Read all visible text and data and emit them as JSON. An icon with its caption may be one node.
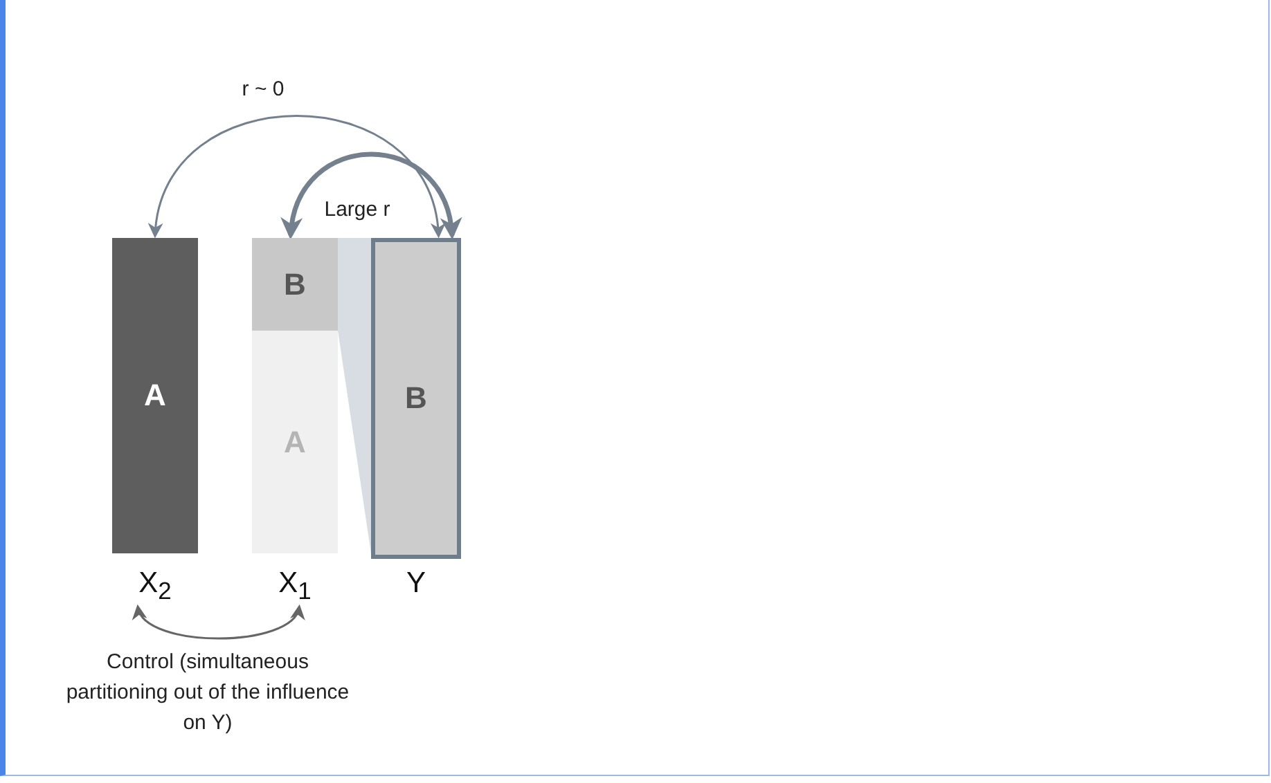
{
  "diagram": {
    "nodes": [
      {
        "text": [
          "A"
        ],
        "beside": [
          "X$_{2}$"
        ]
      },
      {
        "text": [],
        "shape": "bar",
        "beside": [
          "X$_{1}$"
        ]
      },
      {
        "text": [
          "B"
        ],
        "in": 1
      },
      {
        "text": [
          "A"
        ],
        "in": 1
      },
      {
        "text": [
          "B"
        ],
        "beside": [
          "Y"
        ]
      },
      {
        "text": [],
        "shape": "band"
      }
    ],
    "edges": [
      {
        "from": 0,
        "to": 4,
        "arrow": "both",
        "label": "r ~ 0"
      },
      {
        "from": 1,
        "to": 4,
        "arrow": "both",
        "label": "Large r",
        "style": "thick"
      },
      {
        "from": 0,
        "to": 1,
        "arrow": "both",
        "label": "Control (simultaneous partitioning out of the influence on Y)",
        "color": "#666666"
      }
    ]
  }
}
